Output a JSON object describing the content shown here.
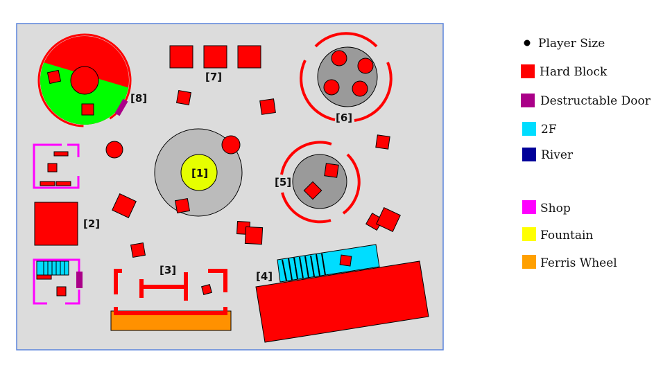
{
  "map": {
    "labels": [
      "[1]",
      "[2]",
      "[3]",
      "[4]",
      "[5]",
      "[6]",
      "[7]",
      "[8]"
    ]
  },
  "legend": [
    {
      "label": "Player Size",
      "color": "#000000",
      "shape": "dot"
    },
    {
      "label": "Hard Block",
      "color": "#ff0000"
    },
    {
      "label": "Destructable Door",
      "color": "#aa0088"
    },
    {
      "label": "2F",
      "color": "#00ddff"
    },
    {
      "label": "River",
      "color": "#000099"
    },
    {
      "label": "Shop",
      "color": "#ff00ff"
    },
    {
      "label": "Fountain",
      "color": "#ffff00"
    },
    {
      "label": "Ferris Wheel",
      "color": "#ff9900"
    }
  ]
}
